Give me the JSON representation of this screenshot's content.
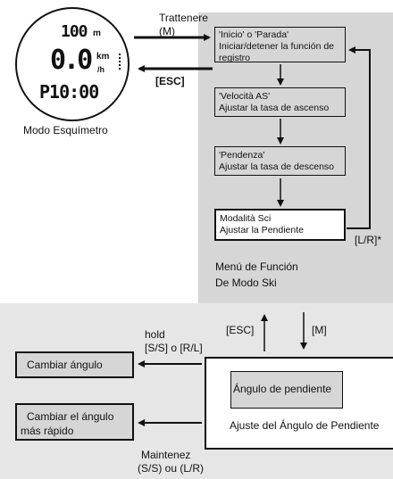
{
  "watch": {
    "distance_value": "100",
    "distance_unit": "m",
    "speed_value": "0.0",
    "speed_unit_top": "km",
    "speed_unit_bottom": "/h",
    "time_value": "P10:00",
    "caption": "Modo Esquímetro"
  },
  "top_left": {
    "hold_label_line1": "Trattenere",
    "hold_label_line2": "(M)",
    "esc_label": "[ESC]"
  },
  "menu": {
    "items": [
      {
        "title": "'Inicio' o 'Parada'",
        "desc": "Iniciar/detener la función de registro"
      },
      {
        "title": "'Velocità AS'",
        "desc": "Ajustar la tasa de ascenso"
      },
      {
        "title": "'Pendenza'",
        "desc": "Ajustar la tasa de descenso"
      },
      {
        "title": "Modalità Sci",
        "desc": "Ajustar la Pendiente"
      }
    ],
    "lr_label": "[L/R]*",
    "caption_line1": "Menú de Función",
    "caption_line2": "De Modo Ski"
  },
  "transitions": {
    "esc_label": "[ESC]",
    "m_label": "[M]"
  },
  "bottom": {
    "hold_line1": "hold",
    "hold_line2": "[S/S] o [R/L]",
    "change_angle": "Cambiar ángulo",
    "change_angle_fast_line1": "Cambiar el ángulo",
    "change_angle_fast_line2": "más rápido",
    "maintain_line1": "Maintenez",
    "maintain_line2": "(S/S) ou (L/R)",
    "slope_angle": "Ángulo de pendiente",
    "slope_setting": "Ajuste del Ángulo de Pendiente"
  }
}
